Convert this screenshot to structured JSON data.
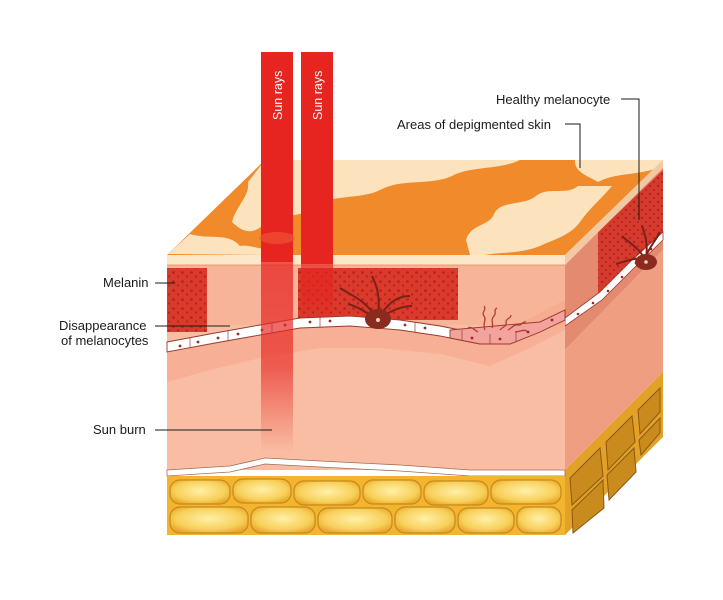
{
  "labels": {
    "healthy_melanocyte": "Healthy melanocyte",
    "depigmented_skin": "Areas of depigmented skin",
    "melanin": "Melanin",
    "disappearance_line1": "Disappearance",
    "disappearance_line2": "of melanocytes",
    "sun_burn": "Sun burn",
    "sun_rays_1": "Sun rays",
    "sun_rays_2": "Sun rays"
  },
  "colors": {
    "pigment_orange": "#f08a2a",
    "depigmented_cream": "#fce2bd",
    "epidermis_pink": "#f4a083",
    "dermis_pink": "#f9bda3",
    "melanin_red": "#d9382b",
    "sun_ray_red": "#e62420",
    "fat_yellow": "#f7c73c",
    "melanocyte_brown": "#8b2a1e"
  }
}
